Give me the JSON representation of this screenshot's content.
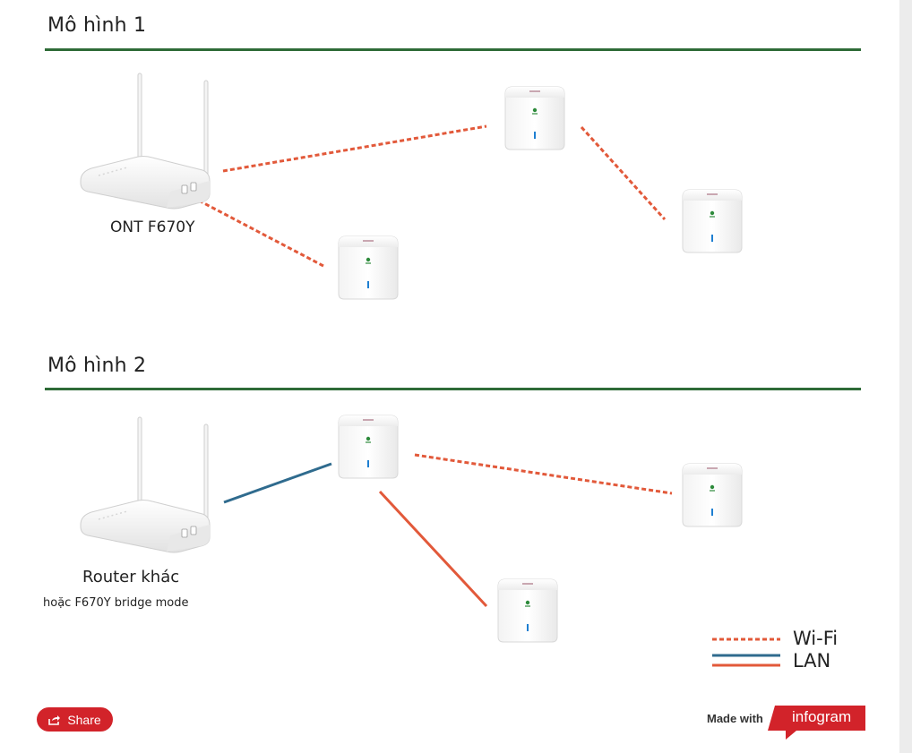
{
  "sections": [
    {
      "title": "Mô hình 1"
    },
    {
      "title": "Mô hình 2"
    }
  ],
  "devices": {
    "ont_label": "ONT F670Y",
    "router_label": "Router khác",
    "router_sublabel": "hoặc F670Y bridge mode"
  },
  "legend": {
    "wifi": "Wi-Fi",
    "lan": "LAN",
    "wifi_color": "#e2593a",
    "lan_color": "#2f6b8e"
  },
  "footer": {
    "share_label": "Share",
    "made_with": "Made with",
    "brand": "infogram"
  },
  "colors": {
    "rule": "#2e6b37",
    "share_bg": "#d2232a",
    "brand_bg": "#d2232a"
  }
}
